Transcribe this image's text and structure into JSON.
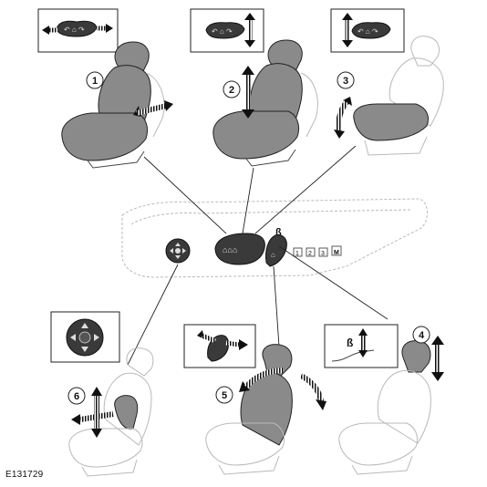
{
  "figure": {
    "reference_code": "E131729",
    "callouts": [
      {
        "number": "1"
      },
      {
        "number": "2"
      },
      {
        "number": "3"
      },
      {
        "number": "4"
      },
      {
        "number": "5"
      },
      {
        "number": "6"
      }
    ],
    "memory_buttons": [
      "1",
      "2",
      "3",
      "M"
    ],
    "colors": {
      "line": "#222222",
      "faint_line": "#b9b9b9",
      "seat_fill": "#8a8a8a",
      "switch_fill": "#3a3a3a",
      "arrow_fill": "#1a1a1a"
    }
  }
}
